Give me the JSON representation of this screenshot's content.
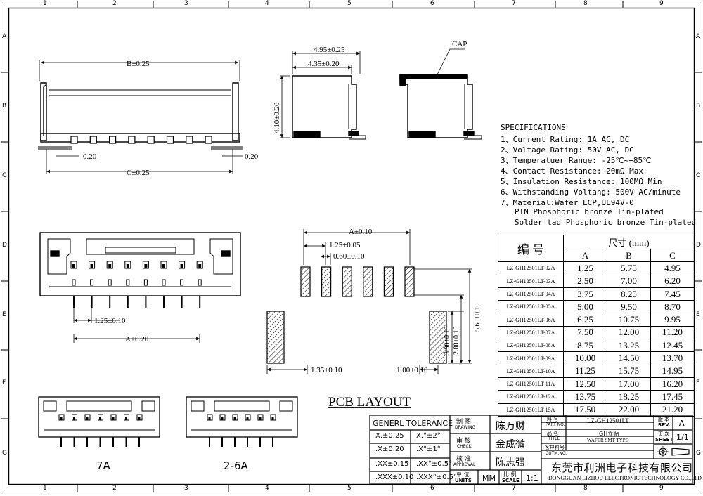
{
  "grid": {
    "cols": [
      "1",
      "2",
      "3",
      "4",
      "5",
      "6",
      "7",
      "8",
      "9"
    ],
    "rows": [
      "A",
      "B",
      "C",
      "D",
      "E",
      "F",
      "G"
    ]
  },
  "views": {
    "front_width": "B±0.25",
    "front_inner": "C±0.25",
    "front_gap_left": "0.20",
    "front_gap_right": "0.20",
    "side_width": "4.95±0.25",
    "side_inner": "4.35±0.20",
    "side_height": "4.10±0.20",
    "cap_label": "CAP",
    "top_pitch": "1.25±0.10",
    "top_width": "A±0.20"
  },
  "pcb": {
    "title": "PCB LAYOUT",
    "a": "A±0.10",
    "pitch": "1.25±0.05",
    "pad_w": "0.60±0.10",
    "h1": "2.80±0.10",
    "h2": "3.90±0.10",
    "h3": "5.60±0.10",
    "left": "1.35±0.10",
    "right": "1.00±0.10"
  },
  "small_views": {
    "label_7a": "7A",
    "label_2_6a": "2-6A"
  },
  "specifications": {
    "heading": "SPECIFICATIONS",
    "lines": [
      "1、Current Rating: 1A AC, DC",
      "2、Voltage Rating: 50V AC, DC",
      "3、Temperatuer Range: -25℃~+85℃",
      "4、Contact Resistance: 20mΩ Max",
      "5、Insulation Resistance: 100MΩ Min",
      "6、Withstanding Voltang: 500V AC/minute",
      "7、Material:Wafer LCP,UL94V-0",
      "   PIN Phosphoric bronze Tin-plated",
      "   Solder tad Phosphoric bronze Tin-plated"
    ]
  },
  "dim_table": {
    "code_header": "编 号",
    "size_header": "尺寸 (mm)",
    "cols": [
      "A",
      "B",
      "C"
    ],
    "rows": [
      {
        "part": "LZ-GH12501LT-02A",
        "a": "1.25",
        "b": "5.75",
        "c": "4.95"
      },
      {
        "part": "LZ-GH12501LT-03A",
        "a": "2.50",
        "b": "7.00",
        "c": "6.20"
      },
      {
        "part": "LZ-GH12501LT-04A",
        "a": "3.75",
        "b": "8.25",
        "c": "7.45"
      },
      {
        "part": "LZ-GH12501LT-05A",
        "a": "5.00",
        "b": "9.50",
        "c": "8.70"
      },
      {
        "part": "LZ-GH12501LT-06A",
        "a": "6.25",
        "b": "10.75",
        "c": "9.95"
      },
      {
        "part": "LZ-GH12501LT-07A",
        "a": "7.50",
        "b": "12.00",
        "c": "11.20"
      },
      {
        "part": "LZ-GH12501LT-08A",
        "a": "8.75",
        "b": "13.25",
        "c": "12.45"
      },
      {
        "part": "LZ-GH12501LT-09A",
        "a": "10.00",
        "b": "14.50",
        "c": "13.70"
      },
      {
        "part": "LZ-GH12501LT-10A",
        "a": "11.25",
        "b": "15.75",
        "c": "14.95"
      },
      {
        "part": "LZ-GH12501LT-11A",
        "a": "12.50",
        "b": "17.00",
        "c": "16.20"
      },
      {
        "part": "LZ-GH12501LT-12A",
        "a": "13.75",
        "b": "18.25",
        "c": "17.45"
      },
      {
        "part": "LZ-GH12501LT-15A",
        "a": "17.50",
        "b": "22.00",
        "c": "21.20"
      }
    ]
  },
  "tolerance": {
    "title": "GENERL TOLERANCE",
    "rows": [
      {
        "l": "X.±0.25",
        "r": "X.°±2°"
      },
      {
        "l": ".X±0.20",
        "r": ".X°±1°"
      },
      {
        "l": ".XX±0.15",
        "r": ".XX°±0.5°"
      },
      {
        "l": ".XXX±0.10",
        "r": ".XXX°±0.5°"
      }
    ]
  },
  "titleblock": {
    "drawing_cn": "制 图",
    "drawing_en": "DRAWING",
    "drawing_name": "陈万财",
    "check_cn": "审 核",
    "check_en": "CHECK",
    "check_name": "金成微",
    "approval_cn": "核 准",
    "approval_en": "APPROVAL",
    "approval_name": "陈志强",
    "units_cn": "单 位",
    "units_en": "UNITS",
    "units_val": "MM",
    "scale_cn": "比 例",
    "scale_en": "SCALE",
    "scale_val": "1:1",
    "partno_cn": "料 号",
    "partno_en": "PART NO.",
    "partno_val": "LZ-GH12501LT",
    "title_cn": "品 名",
    "title_en": "TITLE",
    "title_val1": "GH立贴",
    "title_val2": "WAFER SMT TYPE",
    "cust_cn": "客户料号",
    "cust_en": "CUTM.NO.",
    "rev_cn": "版 本",
    "rev_en": "REV.",
    "rev_val": "A",
    "sheet_cn": "页 次",
    "sheet_en": "SHEET",
    "sheet_val": "1/1",
    "company_cn": "东莞市利洲电子科技有限公司",
    "company_en": "DONGGUAN LIZHOU ELECTRONIC TECHNOLOGY CO.,LTD"
  }
}
